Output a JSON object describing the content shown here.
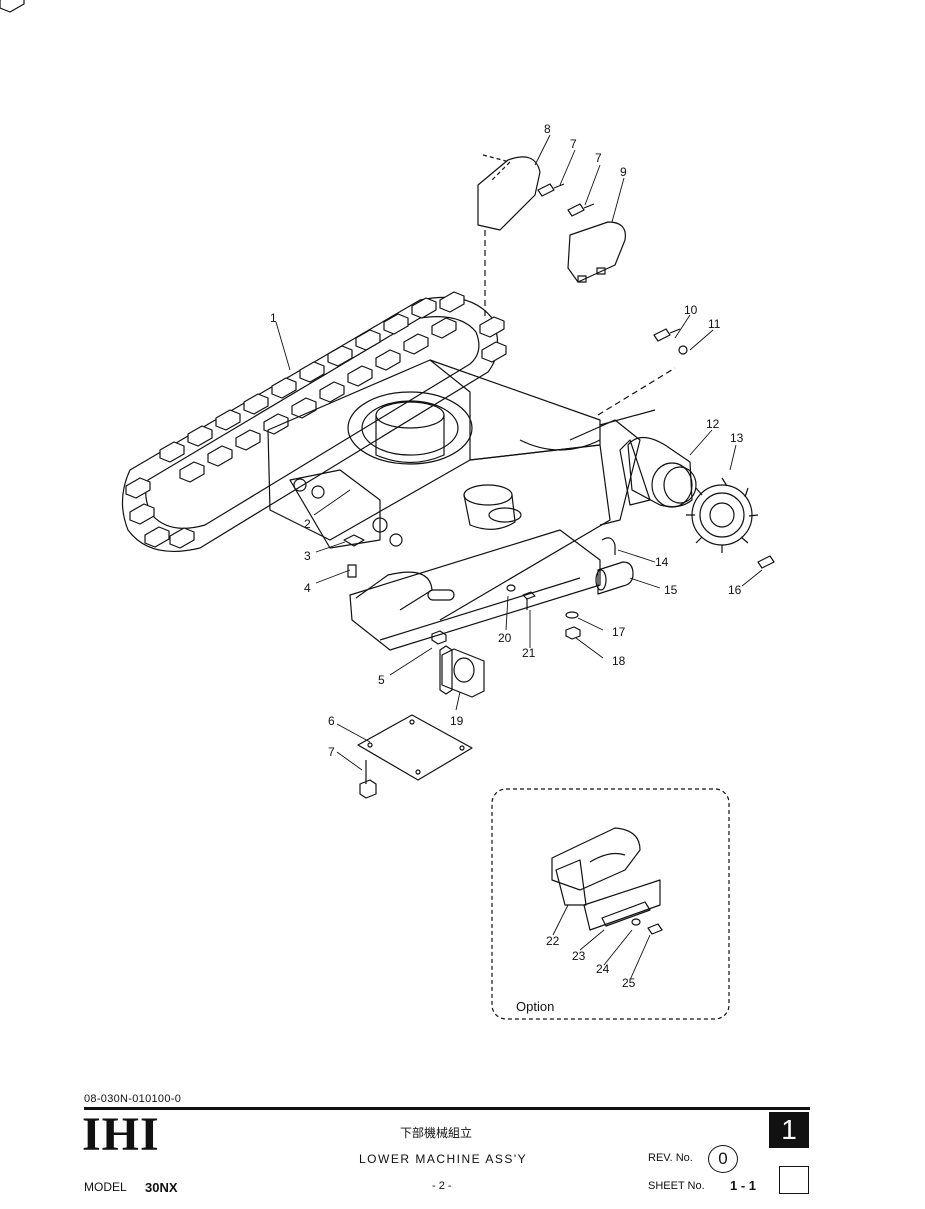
{
  "callouts": [
    "1",
    "2",
    "3",
    "4",
    "5",
    "6",
    "7",
    "7",
    "7",
    "8",
    "9",
    "10",
    "11",
    "12",
    "13",
    "14",
    "15",
    "16",
    "17",
    "18",
    "19",
    "20",
    "21",
    "22",
    "23",
    "24",
    "25"
  ],
  "option_label": "Option",
  "title_block": {
    "doc_number": "08-030N-010100-0",
    "logo": "IHI",
    "title_jp": "下部機械組立",
    "title_en": "LOWER MACHINE ASS'Y",
    "page": "- 2 -",
    "model_label": "MODEL",
    "model_value": "30NX",
    "rev_label": "REV. No.",
    "rev_value": "0",
    "sheet_label": "SHEET  No.",
    "sheet_value": "1 - 1",
    "sheet_box": "1"
  }
}
